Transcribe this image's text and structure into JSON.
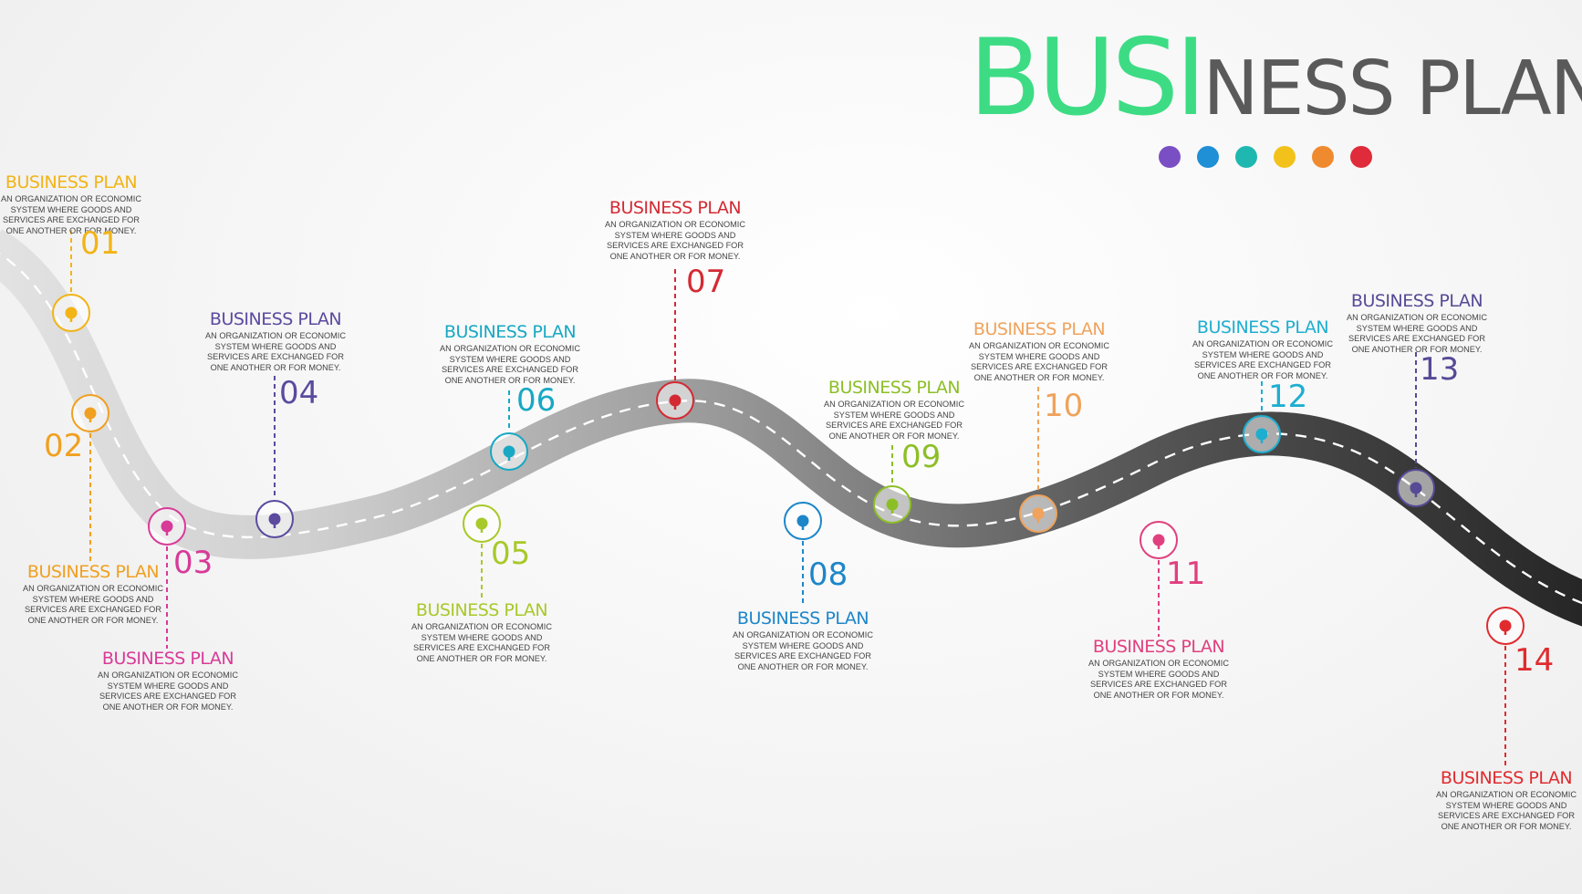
{
  "title": {
    "part1": "BUSI",
    "part2": "NESS PLAN"
  },
  "title_colors": {
    "part1": "#3ddc84",
    "part2": "#5a5a5a"
  },
  "palette_dots": [
    "#7b4fc4",
    "#1f8fd6",
    "#1fb8b0",
    "#f2c21b",
    "#f08a2e",
    "#e02b3a"
  ],
  "steps": [
    {
      "number": "01",
      "heading": "BUSINESS PLAN",
      "description": "AN ORGANIZATION OR ECONOMIC SYSTEM WHERE GOODS AND SERVICES ARE EXCHANGED FOR ONE ANOTHER OR FOR MONEY.",
      "color": "#f2b416"
    },
    {
      "number": "02",
      "heading": "BUSINESS PLAN",
      "description": "AN ORGANIZATION OR ECONOMIC SYSTEM WHERE GOODS AND SERVICES ARE EXCHANGED FOR ONE ANOTHER OR FOR MONEY.",
      "color": "#f0a020"
    },
    {
      "number": "03",
      "heading": "BUSINESS PLAN",
      "description": "AN ORGANIZATION OR ECONOMIC SYSTEM WHERE GOODS AND SERVICES ARE EXCHANGED FOR ONE ANOTHER OR FOR MONEY.",
      "color": "#d83a98"
    },
    {
      "number": "04",
      "heading": "BUSINESS PLAN",
      "description": "AN ORGANIZATION OR ECONOMIC SYSTEM WHERE GOODS AND SERVICES ARE EXCHANGED FOR ONE ANOTHER OR FOR MONEY.",
      "color": "#5b4a9e"
    },
    {
      "number": "05",
      "heading": "BUSINESS PLAN",
      "description": "AN ORGANIZATION OR ECONOMIC SYSTEM WHERE GOODS AND SERVICES ARE EXCHANGED FOR ONE ANOTHER OR FOR MONEY.",
      "color": "#a8c92a"
    },
    {
      "number": "06",
      "heading": "BUSINESS PLAN",
      "description": "AN ORGANIZATION OR ECONOMIC SYSTEM WHERE GOODS AND SERVICES ARE EXCHANGED FOR ONE ANOTHER OR FOR MONEY.",
      "color": "#18a8c4"
    },
    {
      "number": "07",
      "heading": "BUSINESS PLAN",
      "description": "AN ORGANIZATION OR ECONOMIC SYSTEM WHERE GOODS AND SERVICES ARE EXCHANGED FOR ONE ANOTHER OR FOR MONEY.",
      "color": "#d42a34"
    },
    {
      "number": "08",
      "heading": "BUSINESS PLAN",
      "description": "AN ORGANIZATION OR ECONOMIC SYSTEM WHERE GOODS AND SERVICES ARE EXCHANGED FOR ONE ANOTHER OR FOR MONEY.",
      "color": "#1d86c8"
    },
    {
      "number": "09",
      "heading": "BUSINESS PLAN",
      "description": "AN ORGANIZATION OR ECONOMIC SYSTEM WHERE GOODS AND SERVICES ARE EXCHANGED FOR ONE ANOTHER OR FOR MONEY.",
      "color": "#8cbf26"
    },
    {
      "number": "10",
      "heading": "BUSINESS PLAN",
      "description": "AN ORGANIZATION OR ECONOMIC SYSTEM WHERE GOODS AND SERVICES ARE EXCHANGED FOR ONE ANOTHER OR FOR MONEY.",
      "color": "#efa35c"
    },
    {
      "number": "11",
      "heading": "BUSINESS PLAN",
      "description": "AN ORGANIZATION OR ECONOMIC SYSTEM WHERE GOODS AND SERVICES ARE EXCHANGED FOR ONE ANOTHER OR FOR MONEY.",
      "color": "#e0407e"
    },
    {
      "number": "12",
      "heading": "BUSINESS PLAN",
      "description": "AN ORGANIZATION OR ECONOMIC SYSTEM WHERE GOODS AND SERVICES ARE EXCHANGED FOR ONE ANOTHER OR FOR MONEY.",
      "color": "#1eaed0"
    },
    {
      "number": "13",
      "heading": "BUSINESS PLAN",
      "description": "AN ORGANIZATION OR ECONOMIC SYSTEM WHERE GOODS AND SERVICES ARE EXCHANGED FOR ONE ANOTHER OR FOR MONEY.",
      "color": "#574a96"
    },
    {
      "number": "14",
      "heading": "BUSINESS PLAN",
      "description": "AN ORGANIZATION OR ECONOMIC SYSTEM WHERE GOODS AND SERVICES ARE EXCHANGED FOR ONE ANOTHER OR FOR MONEY.",
      "color": "#e02b2f"
    }
  ]
}
